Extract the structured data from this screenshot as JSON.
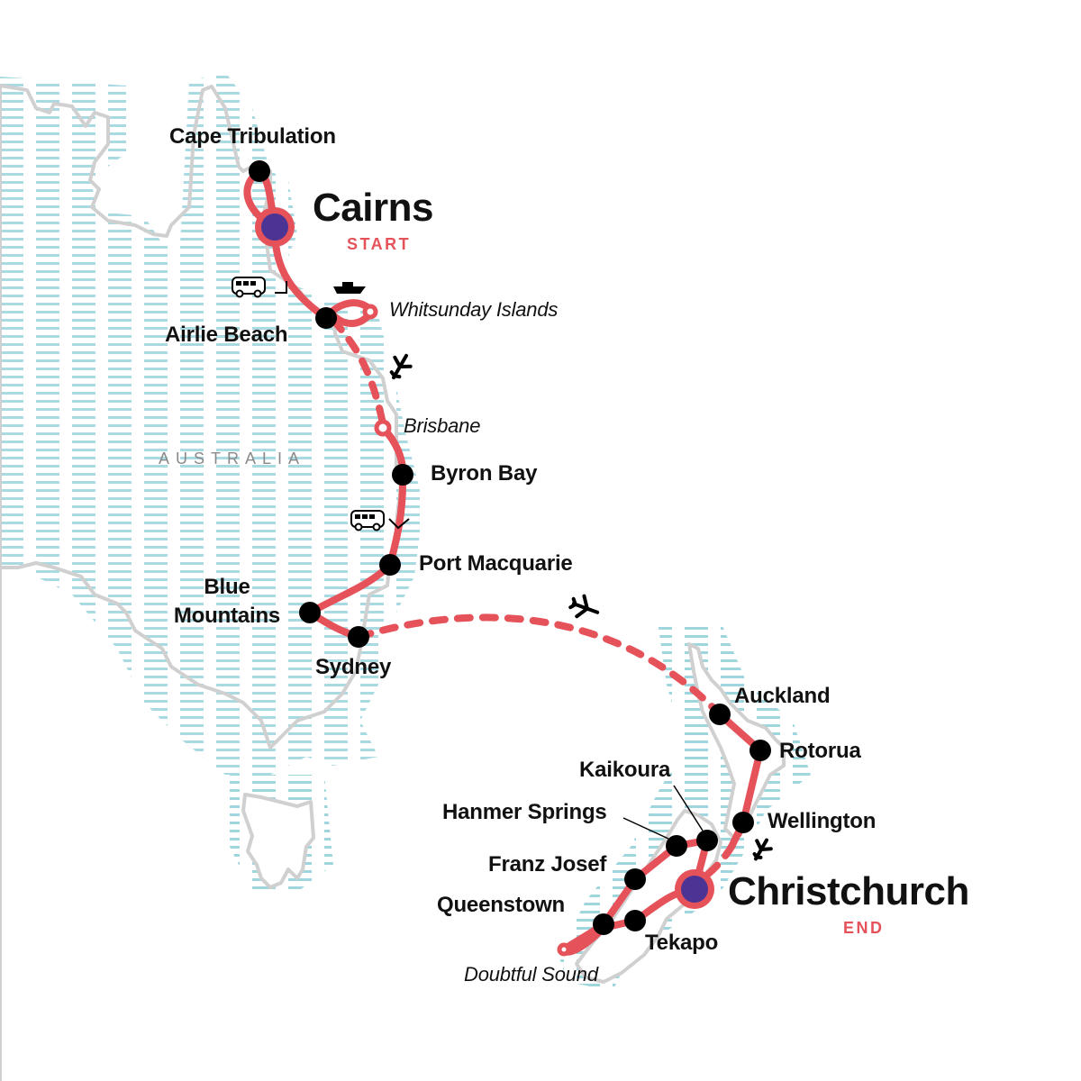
{
  "colors": {
    "route": "#e5525a",
    "stop": "#000000",
    "start_end_fill": "#4b3494",
    "coast": "#d0d0d0",
    "water": "#9fd6de",
    "country_label": "#8a8a8a"
  },
  "country": {
    "label": "AUSTRALIA"
  },
  "start": {
    "name": "Cairns",
    "tag": "START"
  },
  "end": {
    "name": "Christchurch",
    "tag": "END"
  },
  "stops": {
    "cape_tribulation": "Cape Tribulation",
    "airlie_beach": "Airlie Beach",
    "whitsunday_islands": "Whitsunday Islands",
    "brisbane": "Brisbane",
    "byron_bay": "Byron Bay",
    "port_macquarie": "Port Macquarie",
    "blue_mountains_1": "Blue",
    "blue_mountains_2": "Mountains",
    "sydney": "Sydney",
    "auckland": "Auckland",
    "rotorua": "Rotorua",
    "wellington": "Wellington",
    "kaikoura": "Kaikoura",
    "hanmer_springs": "Hanmer Springs",
    "franz_josef": "Franz Josef",
    "queenstown": "Queenstown",
    "tekapo": "Tekapo",
    "doubtful_sound": "Doubtful Sound"
  },
  "transport_icons": [
    "bus-icon",
    "boat-icon",
    "plane-icon",
    "bus-icon",
    "plane-icon",
    "plane-icon"
  ]
}
